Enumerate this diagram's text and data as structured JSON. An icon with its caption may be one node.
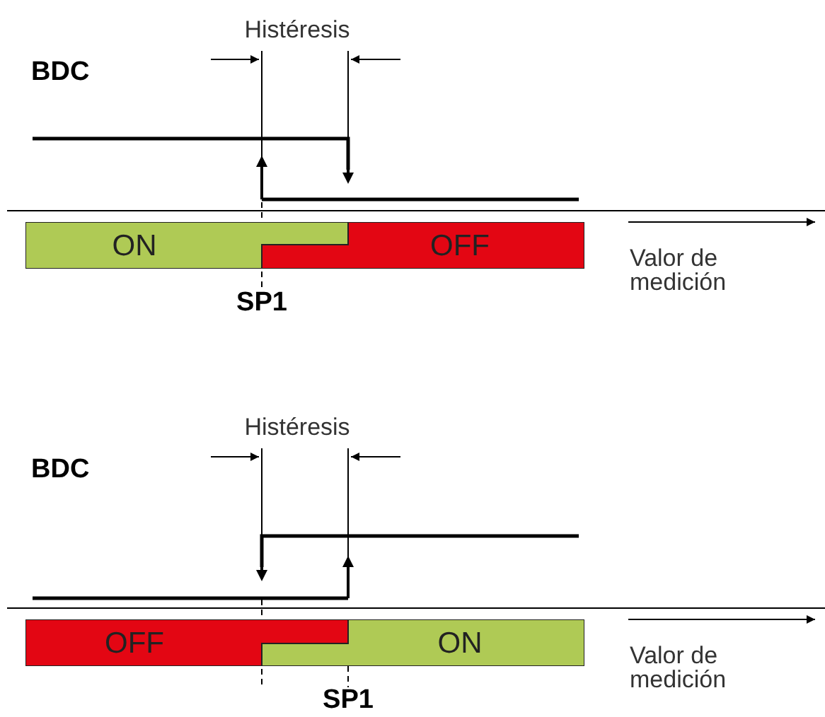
{
  "diagram": {
    "nodes": [
      {
        "text": [
          "ON"
        ]
      },
      {
        "text": [
          "OFF"
        ]
      },
      {
        "text": [
          "OFF"
        ]
      },
      {
        "text": [
          "ON"
        ]
      }
    ],
    "labels": [
      "Histéresis",
      "BDC",
      "Valor de medición",
      "SP1",
      "Histéresis",
      "BDC",
      "Valor de medición",
      "SP1"
    ]
  }
}
